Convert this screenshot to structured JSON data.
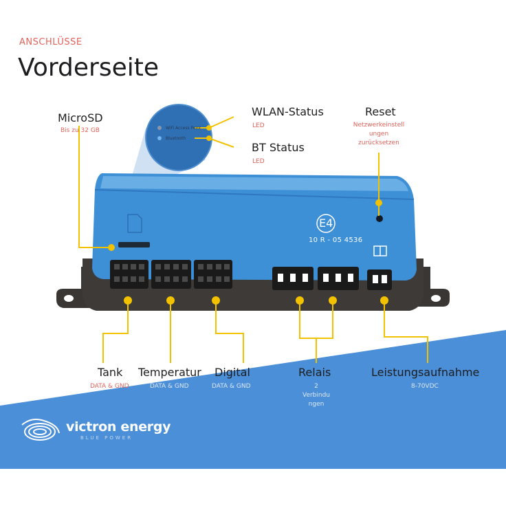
{
  "header": {
    "eyebrow": "ANSCHLÜSSE",
    "title": "Vorderseite"
  },
  "callouts": {
    "microsd": {
      "label": "MicroSD",
      "sub": "Bis zu 32 GB"
    },
    "wlan": {
      "label": "WLAN-Status",
      "sub": "LED"
    },
    "bt": {
      "label": "BT Status",
      "sub": "LED"
    },
    "reset": {
      "label": "Reset",
      "sub_lines": [
        "Netzwerkeinstell",
        "ungen",
        "zurücksetzen"
      ]
    },
    "tank": {
      "label": "Tank",
      "sub": "DATA & GND"
    },
    "temperatur": {
      "label": "Temperatur",
      "sub": "DATA & GND"
    },
    "digital": {
      "label": "Digital",
      "sub": "DATA & GND"
    },
    "relais": {
      "label": "Relais",
      "sub_lines": [
        "2",
        "Verbindu",
        "ngen"
      ]
    },
    "leistung": {
      "label": "Leistungsaufnahme",
      "sub": "8-70VDC"
    }
  },
  "zoom_labels": {
    "wifi": "WiFi Access Point",
    "bluetooth": "Bluetooth"
  },
  "device": {
    "mark": "E4",
    "approval": "10 R - 05 4536"
  },
  "brand": {
    "name": "victron energy",
    "tagline": "BLUE POWER"
  },
  "colors": {
    "accent": "#e0625a",
    "callout": "#f2c200",
    "device_blue": "#3d8fd6",
    "band_blue": "#4a8fd8"
  }
}
